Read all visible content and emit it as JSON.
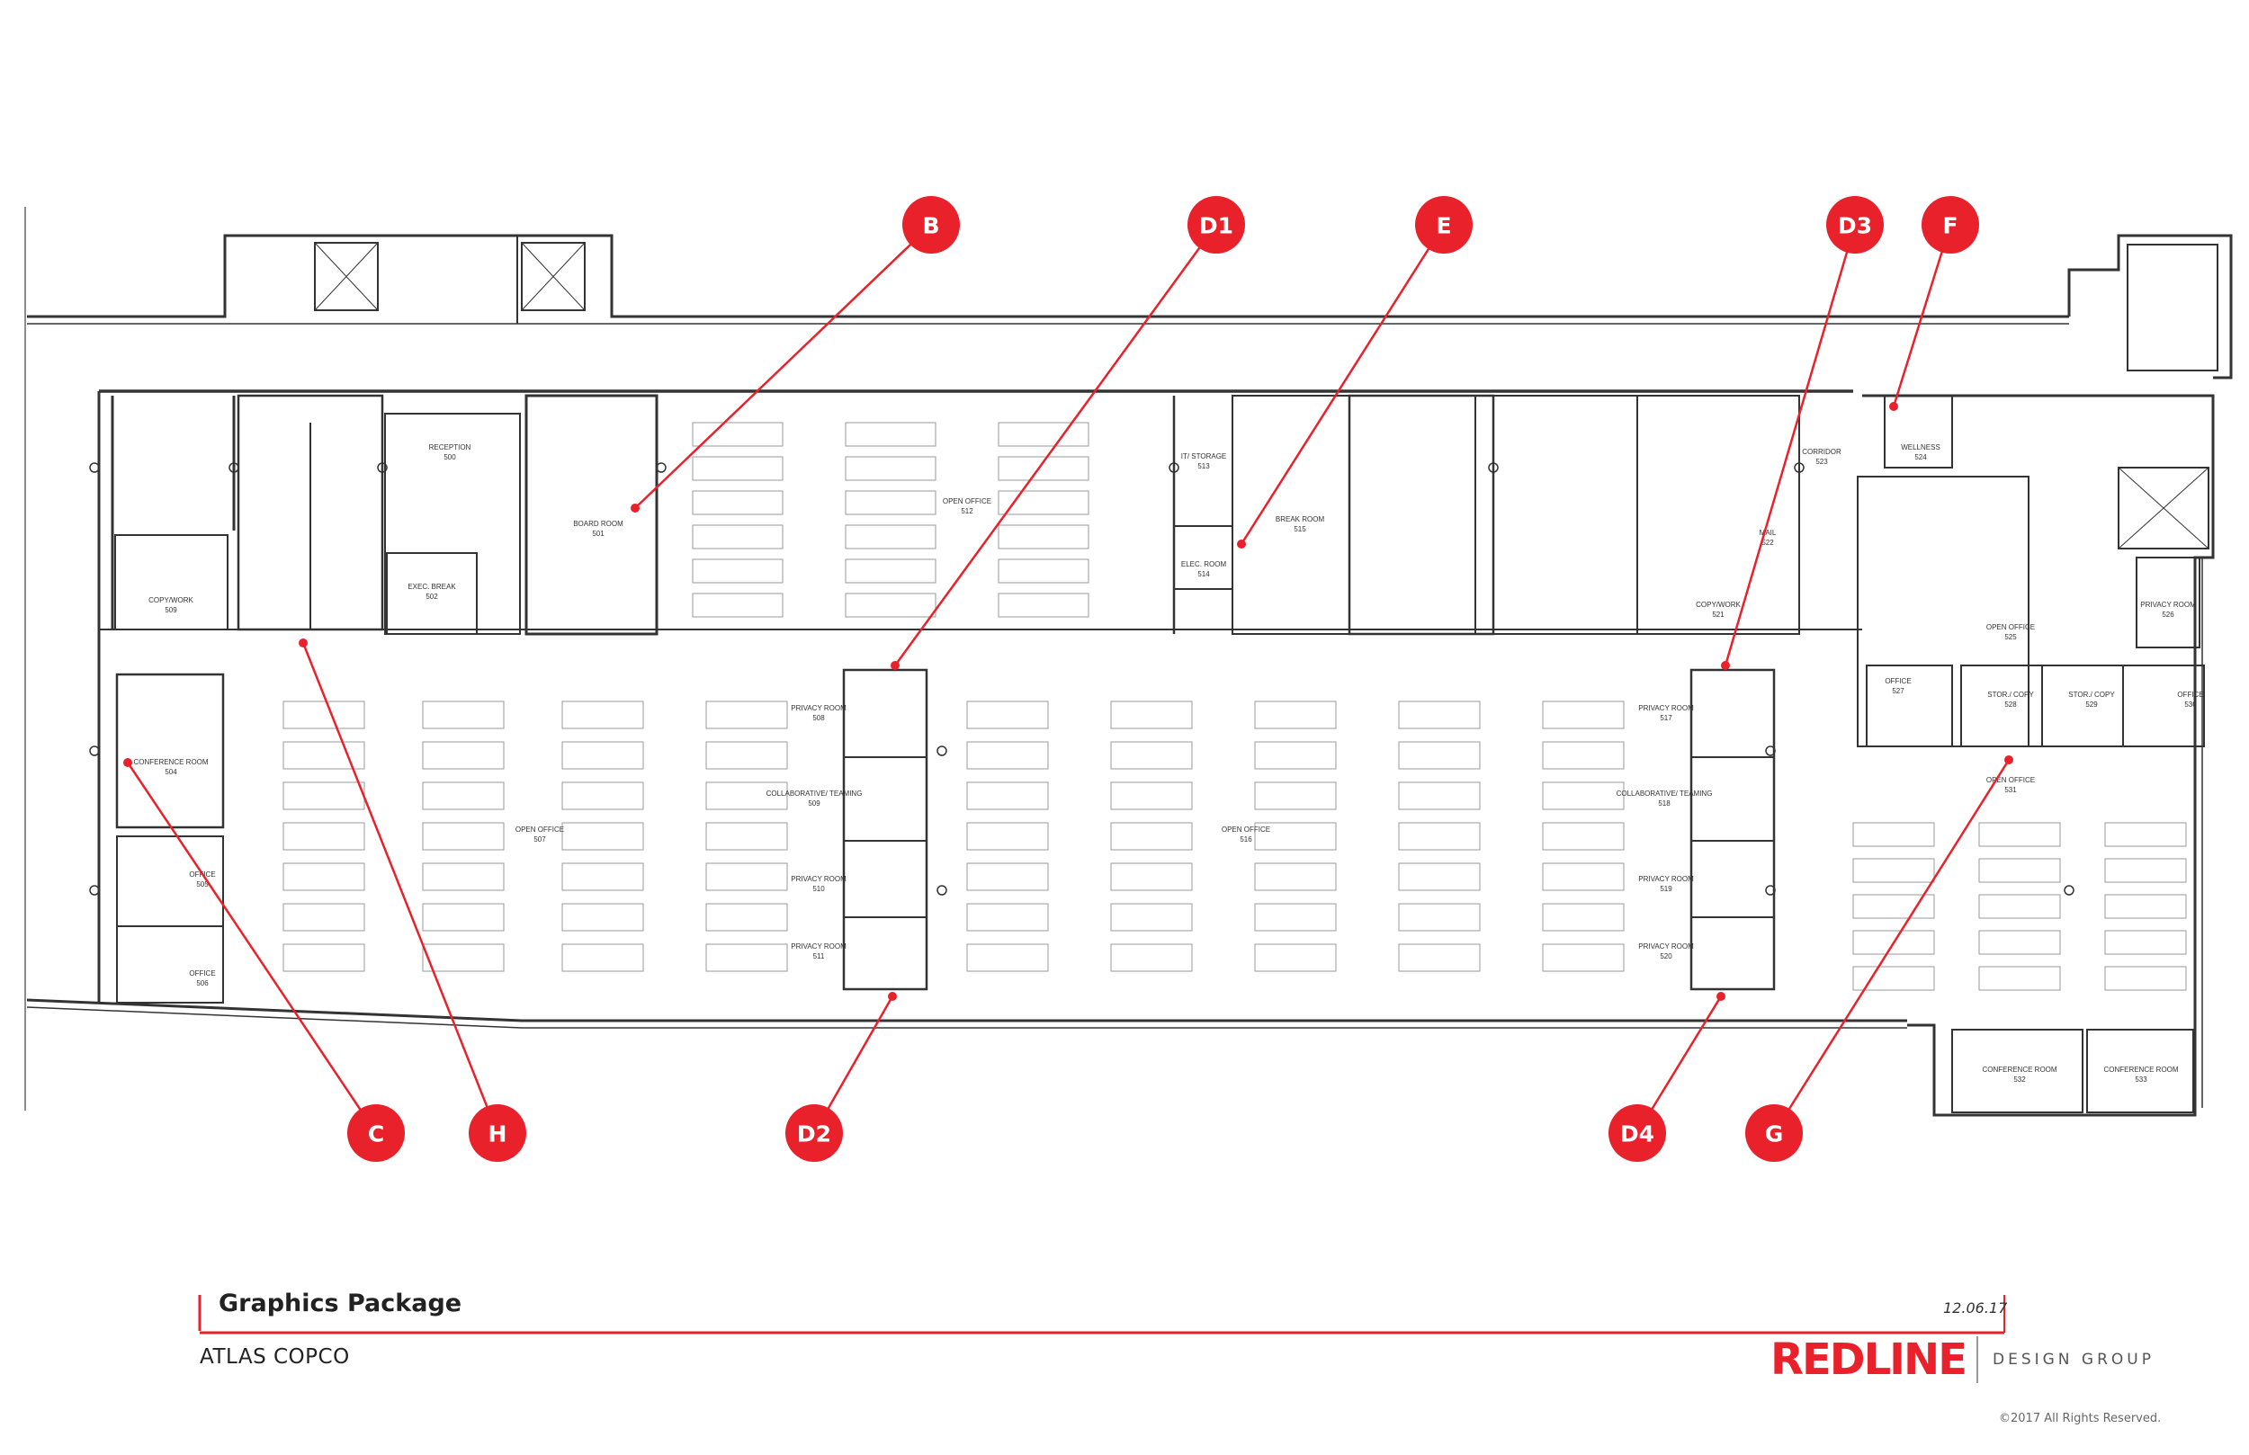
{
  "document": {
    "title": "Graphics Package",
    "client": "ATLAS COPCO",
    "date": "12.06.17",
    "copyright": "©2017 All Rights Reserved.",
    "logo_main": "REDLINE",
    "logo_sub": "DESIGN GROUP"
  },
  "colors": {
    "accent": "#e8212b",
    "line": "#333333",
    "light_line": "#9a9a9a"
  },
  "markers": [
    {
      "id": "marker-b",
      "label": "B"
    },
    {
      "id": "marker-d1",
      "label": "D1"
    },
    {
      "id": "marker-e",
      "label": "E"
    },
    {
      "id": "marker-d3",
      "label": "D3"
    },
    {
      "id": "marker-f",
      "label": "F"
    },
    {
      "id": "marker-c",
      "label": "C"
    },
    {
      "id": "marker-h",
      "label": "H"
    },
    {
      "id": "marker-d2",
      "label": "D2"
    },
    {
      "id": "marker-d4",
      "label": "D4"
    },
    {
      "id": "marker-g",
      "label": "G"
    }
  ],
  "rooms": [
    {
      "id": "room-copy-work-509",
      "name": "COPY/WORK",
      "number": "509"
    },
    {
      "id": "room-reception-500",
      "name": "RECEPTION",
      "number": "500"
    },
    {
      "id": "room-exec-break-502",
      "name": "EXEC. BREAK",
      "number": "502"
    },
    {
      "id": "room-board-501",
      "name": "BOARD ROOM",
      "number": "501"
    },
    {
      "id": "room-open-office-512",
      "name": "OPEN OFFICE",
      "number": "512"
    },
    {
      "id": "room-it-storage-513",
      "name": "IT/ STORAGE",
      "number": "513"
    },
    {
      "id": "room-elec-514",
      "name": "ELEC. ROOM",
      "number": "514"
    },
    {
      "id": "room-break-515",
      "name": "BREAK ROOM",
      "number": "515"
    },
    {
      "id": "room-copy-work-521",
      "name": "COPY/WORK",
      "number": "521"
    },
    {
      "id": "room-mail-522",
      "name": "MAIL",
      "number": "522"
    },
    {
      "id": "room-corridor-523",
      "name": "CORRIDOR",
      "number": "523"
    },
    {
      "id": "room-wellness-524",
      "name": "WELLNESS",
      "number": "524"
    },
    {
      "id": "room-open-office-525",
      "name": "OPEN OFFICE",
      "number": "525"
    },
    {
      "id": "room-privacy-526",
      "name": "PRIVACY ROOM",
      "number": "526"
    },
    {
      "id": "room-office-527",
      "name": "OFFICE",
      "number": "527"
    },
    {
      "id": "room-stor-copy-528",
      "name": "STOR./ COPY",
      "number": "528"
    },
    {
      "id": "room-stor-copy-529",
      "name": "STOR./ COPY",
      "number": "529"
    },
    {
      "id": "room-office-530",
      "name": "OFFICE",
      "number": "530"
    },
    {
      "id": "room-open-office-531",
      "name": "OPEN OFFICE",
      "number": "531"
    },
    {
      "id": "room-conference-504",
      "name": "CONFERENCE ROOM",
      "number": "504"
    },
    {
      "id": "room-office-505",
      "name": "OFFICE",
      "number": "505"
    },
    {
      "id": "room-office-506",
      "name": "OFFICE",
      "number": "506"
    },
    {
      "id": "room-open-office-507",
      "name": "OPEN OFFICE",
      "number": "507"
    },
    {
      "id": "room-privacy-508",
      "name": "PRIVACY ROOM",
      "number": "508"
    },
    {
      "id": "room-collab-509",
      "name": "COLLABORATIVE/ TEAMING",
      "number": "509"
    },
    {
      "id": "room-privacy-510",
      "name": "PRIVACY ROOM",
      "number": "510"
    },
    {
      "id": "room-privacy-511",
      "name": "PRIVACY ROOM",
      "number": "511"
    },
    {
      "id": "room-open-office-516",
      "name": "OPEN OFFICE",
      "number": "516"
    },
    {
      "id": "room-privacy-517",
      "name": "PRIVACY ROOM",
      "number": "517"
    },
    {
      "id": "room-collab-518",
      "name": "COLLABORATIVE/ TEAMING",
      "number": "518"
    },
    {
      "id": "room-privacy-519",
      "name": "PRIVACY ROOM",
      "number": "519"
    },
    {
      "id": "room-privacy-520",
      "name": "PRIVACY ROOM",
      "number": "520"
    },
    {
      "id": "room-conference-532",
      "name": "CONFERENCE ROOM",
      "number": "532"
    },
    {
      "id": "room-conference-533",
      "name": "CONFERENCE ROOM",
      "number": "533"
    }
  ]
}
